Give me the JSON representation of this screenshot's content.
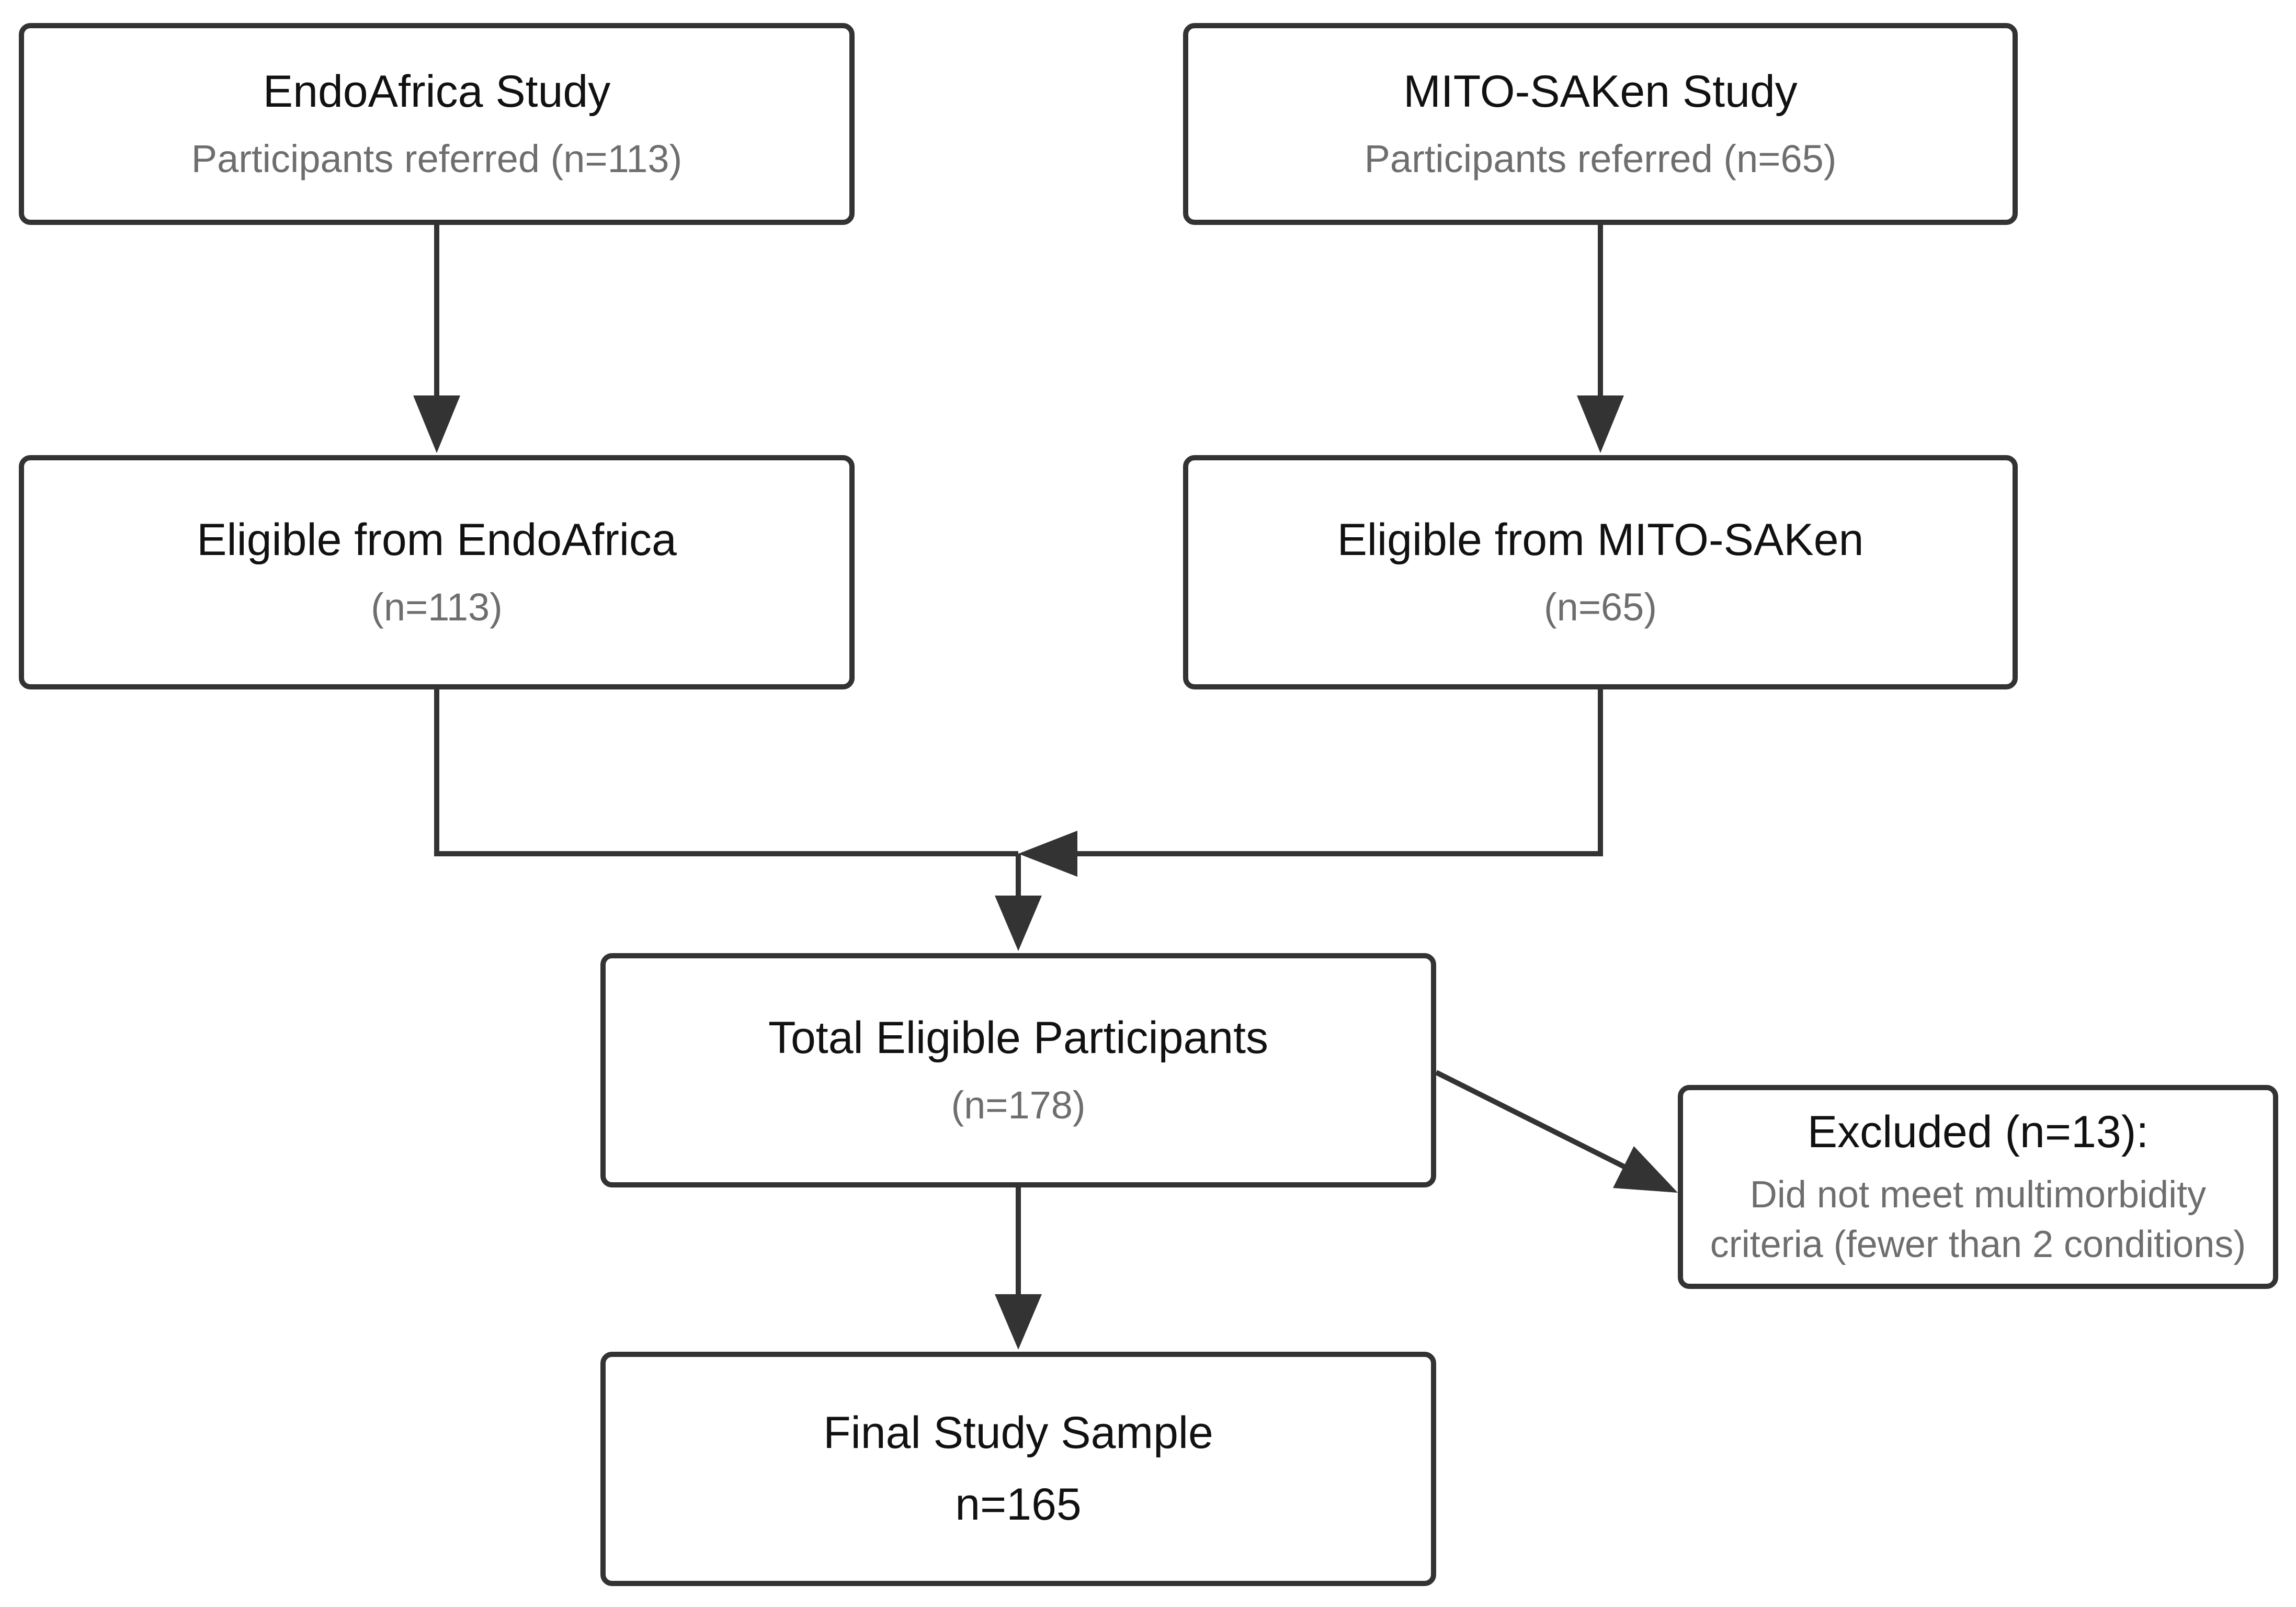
{
  "nodes": {
    "endoafrica_study": {
      "title": "EndoAfrica Study",
      "subtitle": "Participants referred (n=113)"
    },
    "mito_saken_study": {
      "title": "MITO-SAKen Study",
      "subtitle": "Participants referred (n=65)"
    },
    "eligible_endoafrica": {
      "title": "Eligible from EndoAfrica",
      "subtitle": "(n=113)"
    },
    "eligible_mito_saken": {
      "title": "Eligible from MITO-SAKen",
      "subtitle": "(n=65)"
    },
    "total_eligible": {
      "title": "Total Eligible Participants",
      "subtitle": "(n=178)"
    },
    "excluded": {
      "title": "Excluded (n=13):",
      "subtitle_line1": "Did not meet multimorbidity",
      "subtitle_line2": "criteria (fewer than 2 conditions)"
    },
    "final_sample": {
      "title": "Final Study Sample",
      "count": "n=165"
    }
  },
  "edges": [
    {
      "from": "endoafrica_study",
      "to": "eligible_endoafrica"
    },
    {
      "from": "mito_saken_study",
      "to": "eligible_mito_saken"
    },
    {
      "from": "eligible_endoafrica",
      "to": "total_eligible"
    },
    {
      "from": "eligible_mito_saken",
      "to": "total_eligible"
    },
    {
      "from": "total_eligible",
      "to": "excluded"
    },
    {
      "from": "total_eligible",
      "to": "final_sample"
    }
  ],
  "colors": {
    "stroke": "#333333",
    "title_text": "#111111",
    "subtitle_text": "#6e6e6e",
    "background": "#ffffff"
  }
}
